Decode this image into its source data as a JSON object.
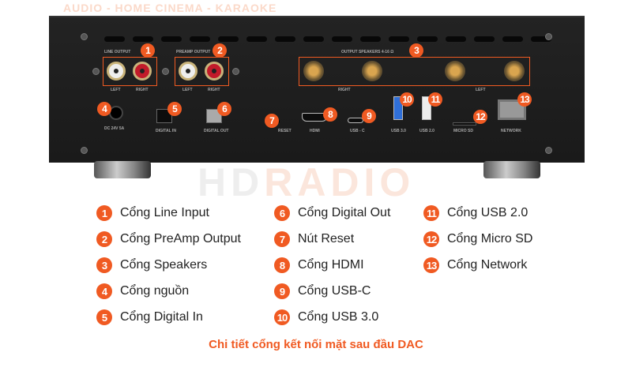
{
  "watermark": {
    "brand_a": "HD",
    "brand_b": "RADIO",
    "tagline": "AUDIO - HOME CINEMA - KARAOKE"
  },
  "device_labels": {
    "line_output": "LINE OUTPUT",
    "preamp_output": "PREAMP OUTPUT",
    "speakers": "OUTPUT SPEAKERS 4-16 Ω",
    "left": "LEFT",
    "right": "RIGHT",
    "power": "DC 24V 5A",
    "digital_in": "DIGITAL IN",
    "digital_out": "DIGITAL OUT",
    "reset": "RESET",
    "hdmi": "HDMI",
    "usb_c": "USB - C",
    "usb3": "USB 3.0",
    "usb2": "USB 2.0",
    "microsd": "MICRO SD",
    "network": "NETWORK"
  },
  "legend": [
    {
      "n": "1",
      "label": "Cổng Line Input"
    },
    {
      "n": "2",
      "label": "Cổng PreAmp Output"
    },
    {
      "n": "3",
      "label": "Cổng Speakers"
    },
    {
      "n": "4",
      "label": "Cổng nguồn"
    },
    {
      "n": "5",
      "label": "Cổng Digital In"
    },
    {
      "n": "6",
      "label": "Cổng Digital Out"
    },
    {
      "n": "7",
      "label": "Nút Reset"
    },
    {
      "n": "8",
      "label": "Cổng HDMI"
    },
    {
      "n": "9",
      "label": "Cổng USB-C"
    },
    {
      "n": "10",
      "label": "Cổng USB 3.0"
    },
    {
      "n": "11",
      "label": "Cổng USB 2.0"
    },
    {
      "n": "12",
      "label": "Cổng Micro SD"
    },
    {
      "n": "13",
      "label": "Cổng Network"
    }
  ],
  "caption": "Chi tiết cổng kết nối mặt sau đầu DAC",
  "colors": {
    "accent": "#f05a22",
    "device": "#1e1e1e"
  }
}
